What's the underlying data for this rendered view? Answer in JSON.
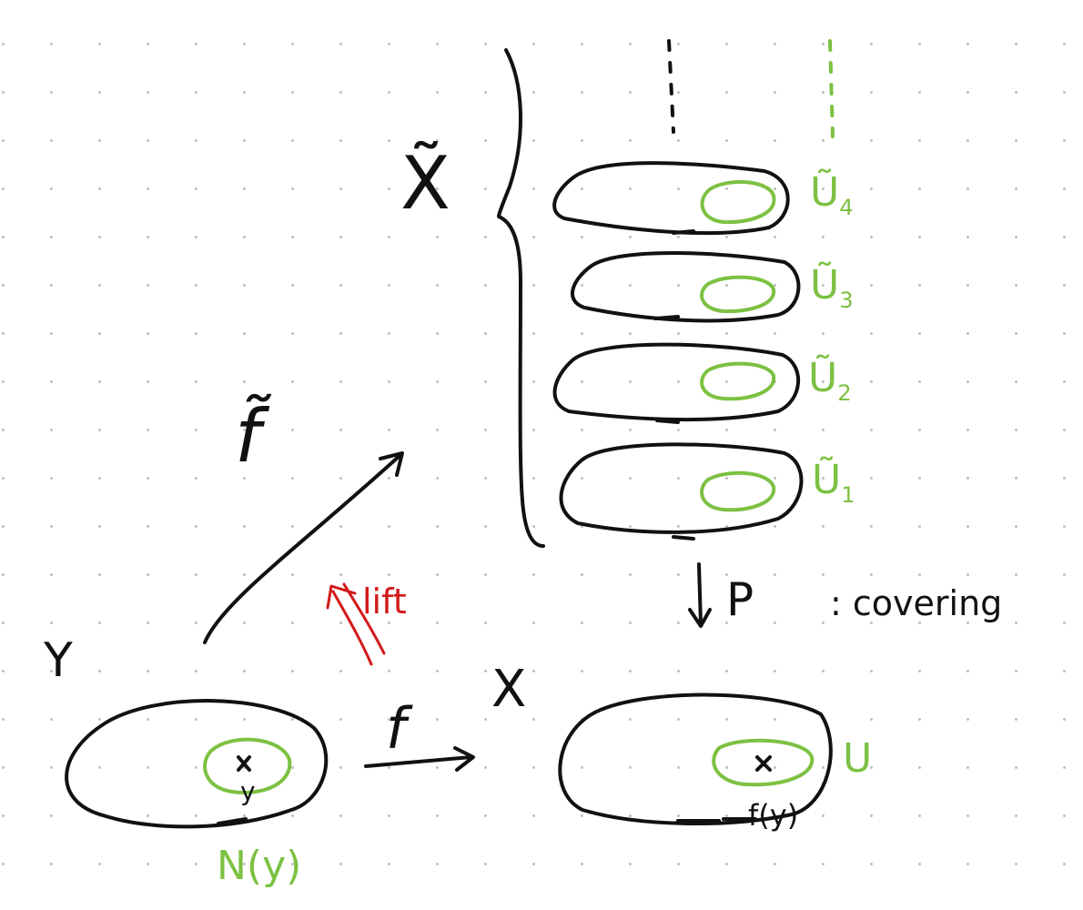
{
  "colors": {
    "ink": "#111111",
    "green": "#7cc142",
    "red": "#d21a1a"
  },
  "labels": {
    "x_tilde": "X̃",
    "f_tilde": "f̃",
    "y_space": "Y",
    "x_space": "X",
    "f_map": "f",
    "lift": "lift",
    "p_map": "P",
    "covering": ": covering",
    "point_y": "y",
    "point_fy": "f(y)",
    "neighborhood": "N(y)",
    "u": "U",
    "u_tilde": "Ũ",
    "sheet_indices": [
      "4",
      "3",
      "2",
      "1"
    ]
  }
}
